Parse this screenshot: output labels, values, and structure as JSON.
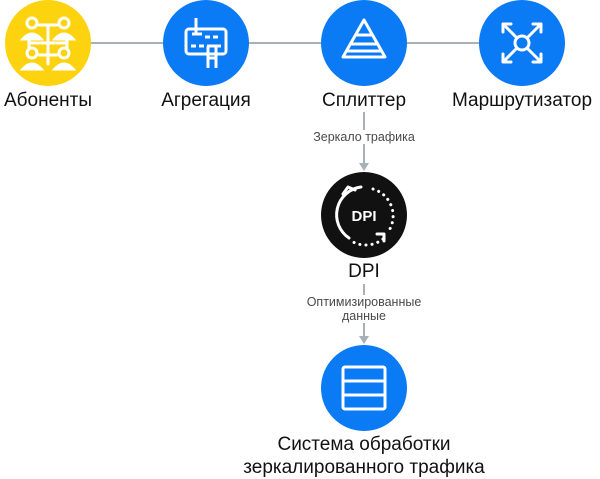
{
  "colors": {
    "yellow": "#FDD20F",
    "blue": "#0A7AF5",
    "black": "#111111",
    "connector": "#A9B0B8"
  },
  "nodes": {
    "subscribers": {
      "label": "Абоненты",
      "icon": "users-grid-icon"
    },
    "aggregation": {
      "label": "Агрегация",
      "icon": "aggregation-switch-icon"
    },
    "splitter": {
      "label": "Сплиттер",
      "icon": "pyramid-splitter-icon"
    },
    "router": {
      "label": "Маршрутизатор",
      "icon": "router-arrows-icon"
    },
    "dpi": {
      "label": "DPI",
      "icon_text": "DPI",
      "icon": "dpi-cycle-icon"
    },
    "system": {
      "label_line1": "Система обработки",
      "label_line2": "зеркалированного трафика",
      "icon": "storage-rows-icon"
    }
  },
  "edges": {
    "mirror": {
      "label": "Зеркало трафика"
    },
    "optimized": {
      "label_line1": "Оптимизированные",
      "label_line2": "данные"
    }
  }
}
